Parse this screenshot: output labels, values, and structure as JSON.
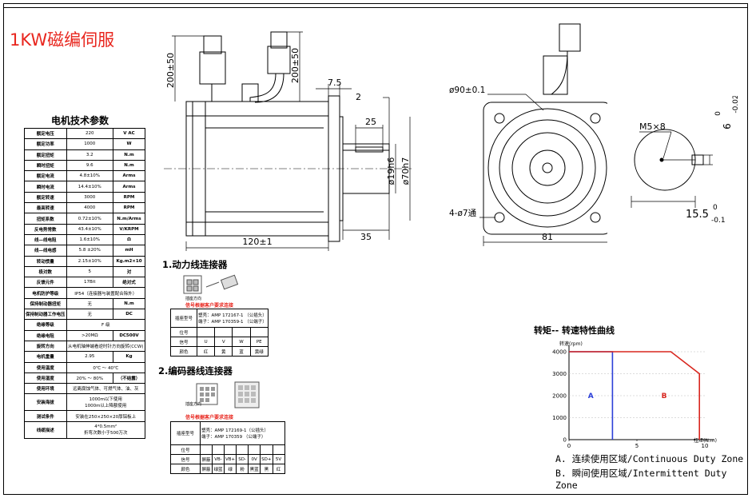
{
  "title": "1KW磁编伺服",
  "params": {
    "title": "电机技术参数",
    "rows": [
      {
        "k": "额定电压",
        "v": "220",
        "u": "V AC"
      },
      {
        "k": "额定功率",
        "v": "1000",
        "u": "W"
      },
      {
        "k": "额定扭矩",
        "v": "3.2",
        "u": "N.m"
      },
      {
        "k": "瞬时扭矩",
        "v": "9.6",
        "u": "N.m"
      },
      {
        "k": "额定电流",
        "v": "4.8±10%",
        "u": "Arms"
      },
      {
        "k": "瞬时电流",
        "v": "14.4±10%",
        "u": "Arms"
      },
      {
        "k": "额定转速",
        "v": "3000",
        "u": "RPM"
      },
      {
        "k": "最高转速",
        "v": "4000",
        "u": "RPM"
      },
      {
        "k": "扭矩系数",
        "v": "0.72±10%",
        "u": "N.m/Arms"
      },
      {
        "k": "反电势常数",
        "v": "43.4±10%",
        "u": "V/KRPM"
      },
      {
        "k": "线—线电阻",
        "v": "1.6±10%",
        "u": "Ω"
      },
      {
        "k": "线—线电感",
        "v": "5.8 ±20%",
        "u": "mH"
      },
      {
        "k": "转动惯量",
        "v": "2.15±10%",
        "u": "Kg.m2×10"
      },
      {
        "k": "极对数",
        "v": "5",
        "u": "对"
      },
      {
        "k": "反馈元件",
        "v": "17Bit",
        "u": "绝对式"
      },
      {
        "k": "电机防护等级",
        "v": "IP54（连接器与装置配合除外）",
        "u": ""
      },
      {
        "k": "保持制动器扭矩",
        "v": "无",
        "u": "N.m"
      },
      {
        "k": "保持制动器工作电压",
        "v": "无",
        "u": "DC"
      },
      {
        "k": "绝缘等级",
        "v": "F 级",
        "u": ""
      },
      {
        "k": "绝缘电阻",
        "v": ">20MΩ",
        "u": "DC500V"
      },
      {
        "k": "旋转方向",
        "v": "从电机轴伸端看逆时针方向旋转(CCW)",
        "u": ""
      },
      {
        "k": "电机重量",
        "v": "2.95",
        "u": "Kg"
      },
      {
        "k": "使用温度",
        "v": "0℃ ～ 40℃",
        "u": ""
      },
      {
        "k": "使用湿度",
        "v": "20% ～ 80%",
        "u": "（不结露）"
      },
      {
        "k": "使用环境",
        "v": "远离腐蚀气体、可燃气体、油、灰",
        "u": ""
      },
      {
        "k": "安装海拔",
        "v": "1000m以下使用\n1000m以上降额使用",
        "u": ""
      },
      {
        "k": "测试条件",
        "v": "安装在250×250×20厚铝板上",
        "u": ""
      },
      {
        "k": "线缆描述",
        "v": "4*0.5mm²\n折弯次数小于500万次",
        "u": ""
      }
    ]
  },
  "drawing": {
    "dim_cable_1": "200±50",
    "dim_cable_2": "200±50",
    "dim_7_5": "7.5",
    "dim_2": "2",
    "dim_25": "25",
    "dim_shaft": "ø19h6",
    "dim_spigot": "ø70h7",
    "dim_length": "120±1",
    "dim_35": "35",
    "dim_pcd": "ø90±0.1",
    "dim_holes": "4-ø7通",
    "dim_81": "81",
    "dim_m5": "M5×8",
    "dim_key_w": "6",
    "dim_key_w_tol_top": "0",
    "dim_key_w_tol_bot": "-0.02",
    "dim_key_h": "15.5",
    "dim_key_h_tol_top": "0",
    "dim_key_h_tol_bot": "-0.1"
  },
  "power_conn": {
    "title": "1.动力线连接器",
    "direction_label": "插座方向",
    "requirement": "信号根据客户要求连接",
    "model_label": "插座型号",
    "model_value": "塑壳：AMP 172167-1 （公插头）\n端子：AMP 170359-1 （公端子）",
    "pos_label": "位号",
    "signal_label": "信号",
    "color_label": "颜色",
    "signals": [
      "U",
      "V",
      "W",
      "PE"
    ],
    "colors": [
      "红",
      "黄",
      "蓝",
      "黄绿"
    ]
  },
  "enc_conn": {
    "title": "2.编码器线连接器",
    "direction_label": "插座方向",
    "requirement": "信号根据客户要求连接",
    "model_label": "插座型号",
    "model_value": "塑壳：AMP 172169-1（公插头）\n端子：AMP 170359 （公端子）",
    "pos_label": "位号",
    "signal_label": "信号",
    "color_label": "颜色",
    "signals": [
      "屏蔽",
      "VB-",
      "VB+",
      "SD-",
      "0V",
      "SD+",
      "5V"
    ],
    "colors": [
      "屏蔽",
      "绿蓝",
      "绿",
      "粉",
      "黑蓝",
      "黑",
      "红"
    ]
  },
  "curve": {
    "title": "转矩-- 转速特性曲线",
    "legend_a": "A.  连续使用区域/Continuous Duty Zone",
    "legend_b": "B.  瞬间使用区域/Intermittent Duty Zone"
  },
  "chart_data": {
    "type": "line",
    "title": "",
    "xlabel": "扭矩(N.m)",
    "ylabel": "转速(rpm)",
    "xlim": [
      0,
      10
    ],
    "ylim": [
      0,
      4000
    ],
    "x_ticks": [
      "0",
      "5",
      "10"
    ],
    "y_ticks": [
      "0",
      "1000",
      "2000",
      "3000",
      "4000"
    ],
    "series": [
      {
        "name": "A",
        "color": "#2b3fd8",
        "x": [
          0,
          3.2,
          3.2,
          3.2
        ],
        "y": [
          4000,
          4000,
          3000,
          0
        ]
      },
      {
        "name": "B",
        "color": "#d8261e",
        "x": [
          0,
          7.5,
          9.6,
          9.6
        ],
        "y": [
          4000,
          4000,
          3000,
          0
        ]
      }
    ],
    "zone_labels": [
      "A",
      "B"
    ]
  }
}
